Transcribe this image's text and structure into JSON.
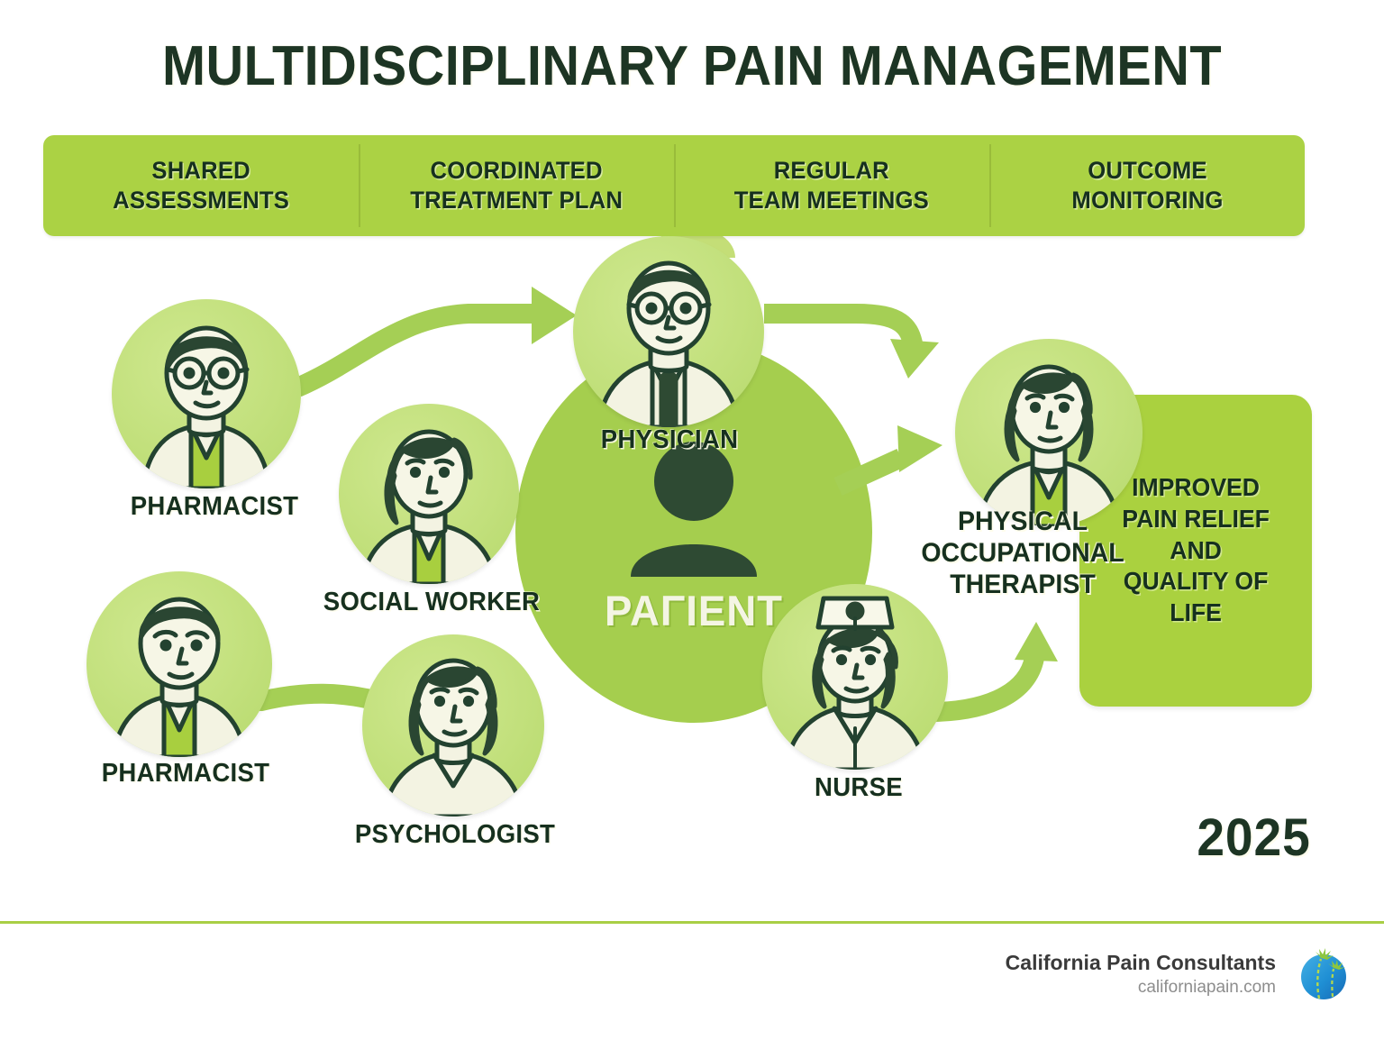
{
  "title": "MULTIDISCIPLINARY PAIN MANAGEMENT",
  "colors": {
    "dark_green": "#1d3524",
    "bar_green": "#abd244",
    "patient_green": "#a5ce4e",
    "disc_green": "#c2e07c",
    "arrow_green": "#a5cf55",
    "cream": "#f6f6e6",
    "outcome_green": "#aad13f",
    "footer_rule": "#a9cf45",
    "logo_blue": "#1f8fd4",
    "logo_palm_green": "#8dc63f"
  },
  "header_bar": {
    "cells": [
      {
        "line1": "SHARED",
        "line2": "ASSESSMENTS"
      },
      {
        "line1": "COORDINATED",
        "line2": "TREATMENT PLAN"
      },
      {
        "line1": "REGULAR",
        "line2": "TEAM MEETINGS"
      },
      {
        "line1": "OUTCOME",
        "line2": "MONITORING"
      }
    ]
  },
  "center": {
    "patient_label": "PAΓIENT",
    "patient_icon": "person-icon"
  },
  "nodes": [
    {
      "id": "pharmacist-top",
      "label": "PHARMACIST",
      "avatar": "pharmacist-glasses-avatar"
    },
    {
      "id": "pharmacist-bottom",
      "label": "PHARMACIST",
      "avatar": "pharmacist-avatar"
    },
    {
      "id": "social-worker",
      "label": "SOCIAL WORKER",
      "avatar": "social-worker-avatar"
    },
    {
      "id": "psychologist",
      "label": "PSYCHOLOGIST",
      "avatar": "psychologist-avatar"
    },
    {
      "id": "physician",
      "label": "PHYSICIAN",
      "avatar": "physician-avatar"
    },
    {
      "id": "nurse",
      "label": "NURSE",
      "avatar": "nurse-avatar"
    },
    {
      "id": "therapist",
      "label": "",
      "avatar": "therapist-avatar"
    }
  ],
  "therapist_label": {
    "line1": "PHYSICAL",
    "line2": "OCCUPATIONAL",
    "line3": "THERAPIST"
  },
  "outcome": {
    "line1": "IMPROVED",
    "line2": "PAIN RELIEF",
    "line3": "AND",
    "line4": "QUALITY OF",
    "line5": "LIFE"
  },
  "year": "2025",
  "footer": {
    "brand": "California Pain Consultants",
    "url": "californiapain.com",
    "logo": "globe-palm-logo"
  }
}
